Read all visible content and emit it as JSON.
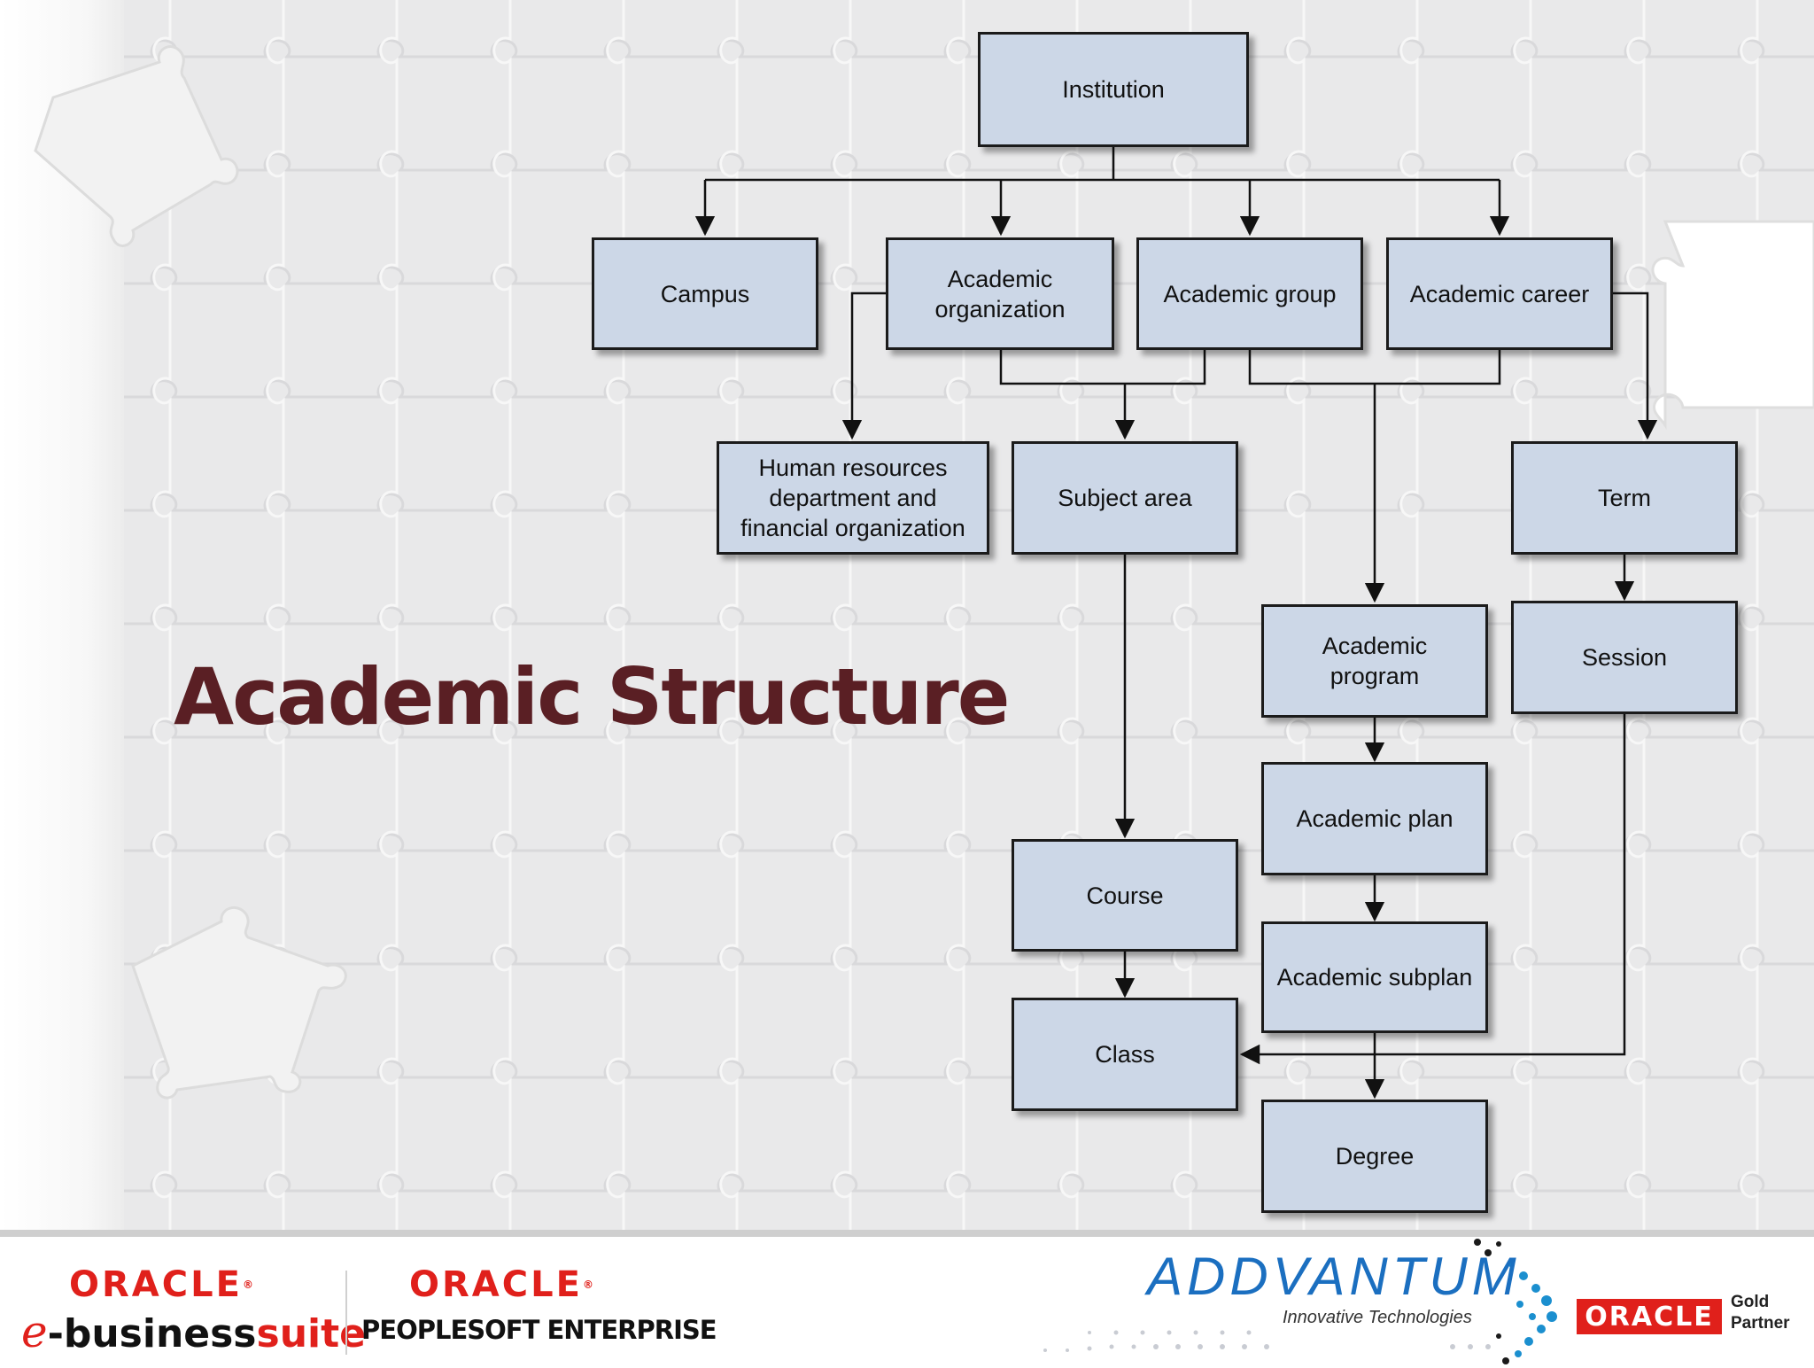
{
  "slide": {
    "title": "Academic Structure"
  },
  "diagram": {
    "nodes": {
      "institution": "Institution",
      "campus": "Campus",
      "academic_organization": "Academic organization",
      "academic_group": "Academic group",
      "academic_career": "Academic career",
      "hr_department": "Human resources department and financial organization",
      "subject_area": "Subject area",
      "term": "Term",
      "academic_program": "Academic program",
      "session": "Session",
      "academic_plan": "Academic plan",
      "course": "Course",
      "academic_subplan": "Academic subplan",
      "class": "Class",
      "degree": "Degree"
    },
    "edges": [
      [
        "institution",
        "campus"
      ],
      [
        "institution",
        "academic_organization"
      ],
      [
        "institution",
        "academic_group"
      ],
      [
        "institution",
        "academic_career"
      ],
      [
        "academic_organization",
        "hr_department"
      ],
      [
        "academic_organization",
        "subject_area"
      ],
      [
        "academic_group",
        "subject_area"
      ],
      [
        "academic_group",
        "academic_program"
      ],
      [
        "academic_career",
        "academic_program"
      ],
      [
        "academic_career",
        "term"
      ],
      [
        "term",
        "session"
      ],
      [
        "subject_area",
        "course"
      ],
      [
        "academic_program",
        "academic_plan"
      ],
      [
        "academic_plan",
        "academic_subplan"
      ],
      [
        "course",
        "class"
      ],
      [
        "session",
        "class"
      ],
      [
        "academic_subplan",
        "degree"
      ]
    ]
  },
  "footer": {
    "oracle_left": "ORACLE",
    "ebs_e": "e",
    "ebs_business": "-business",
    "ebs_suite": "suite",
    "oracle_mid": "ORACLE",
    "peoplesoft": "PEOPLESOFT ENTERPRISE",
    "addvantum": "ADDVANTUM",
    "addvantum_tagline": "Innovative Technologies",
    "badge_oracle": "ORACLE",
    "badge_gold": "Gold",
    "badge_partner": "Partner",
    "colors": {
      "oracle_red": "#e0201b",
      "addvantum_blue": "#1b6fc0",
      "title": "#5a1f24",
      "box_fill": "#ccd7e7"
    }
  }
}
